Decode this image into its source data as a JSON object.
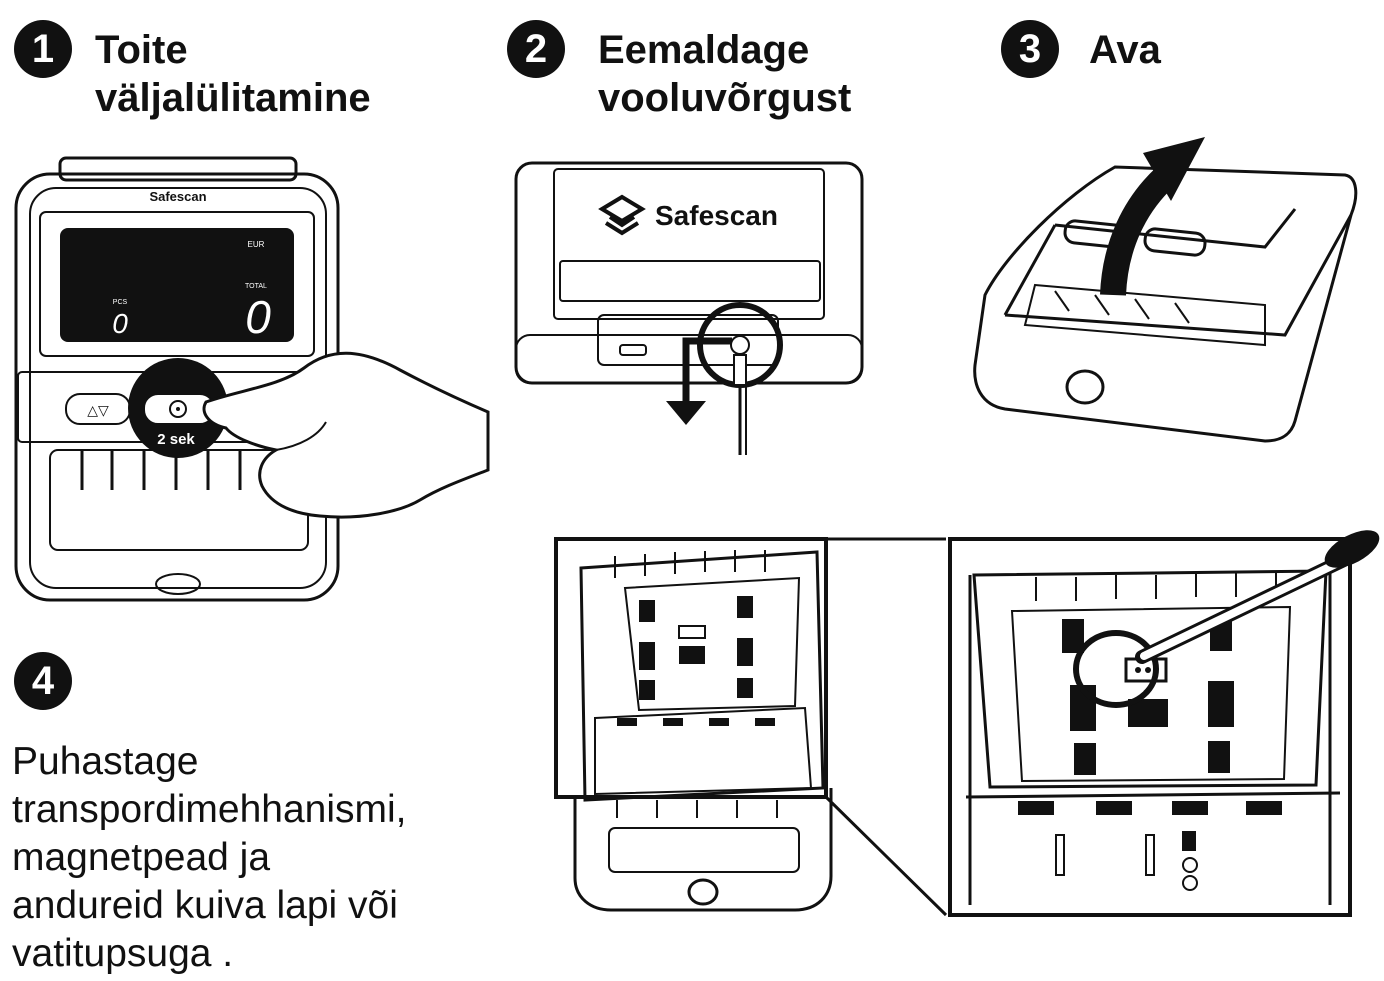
{
  "steps": [
    {
      "number": "1",
      "title_lines": [
        "Toite",
        "väljalülitamine"
      ]
    },
    {
      "number": "2",
      "title_lines": [
        "Eemaldage",
        "vooluvõrgust"
      ]
    },
    {
      "number": "3",
      "title_lines": [
        "Ava"
      ]
    },
    {
      "number": "4",
      "text_lines": [
        "Puhastage",
        "transpordimehhanismi,",
        "magnetpead ja",
        "andureid kuiva lapi või",
        "vatitupsuga ."
      ]
    }
  ],
  "device": {
    "brand": "Safescan",
    "display_currency": "EUR",
    "display_pcs_label": "PCS",
    "display_total_label": "TOTAL",
    "display_pcs_value": "0",
    "display_total_value": "0",
    "press_duration": "2 sek"
  },
  "colors": {
    "ink": "#111111",
    "paper": "#ffffff",
    "display": "#111111"
  }
}
